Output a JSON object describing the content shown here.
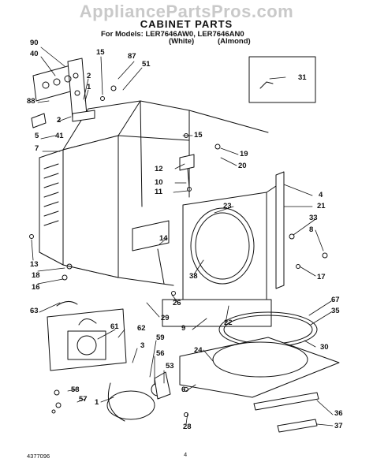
{
  "watermark": "AppliancePartsPros.com",
  "title": "CABINET PARTS",
  "models_line": "For Models: LER7646AW0, LER7646AN0",
  "variants": [
    "(White)",
    "(Almond)"
  ],
  "parts": [
    {
      "id": "p90",
      "no": "90"
    },
    {
      "id": "p40",
      "no": "40"
    },
    {
      "id": "p15a",
      "no": "15"
    },
    {
      "id": "p87",
      "no": "87"
    },
    {
      "id": "p51",
      "no": "51"
    },
    {
      "id": "p2a",
      "no": "2"
    },
    {
      "id": "p1a",
      "no": "1"
    },
    {
      "id": "p88",
      "no": "88"
    },
    {
      "id": "p2b",
      "no": "2"
    },
    {
      "id": "p41",
      "no": "41"
    },
    {
      "id": "p5",
      "no": "5"
    },
    {
      "id": "p7",
      "no": "7"
    },
    {
      "id": "p31",
      "no": "31"
    },
    {
      "id": "p15b",
      "no": "15"
    },
    {
      "id": "p19",
      "no": "19"
    },
    {
      "id": "p20",
      "no": "20"
    },
    {
      "id": "p12",
      "no": "12"
    },
    {
      "id": "p10",
      "no": "10"
    },
    {
      "id": "p11",
      "no": "11"
    },
    {
      "id": "p4",
      "no": "4"
    },
    {
      "id": "p21",
      "no": "21"
    },
    {
      "id": "p23",
      "no": "23"
    },
    {
      "id": "p33",
      "no": "33"
    },
    {
      "id": "p8",
      "no": "8"
    },
    {
      "id": "p14",
      "no": "14"
    },
    {
      "id": "p13",
      "no": "13"
    },
    {
      "id": "p18",
      "no": "18"
    },
    {
      "id": "p16",
      "no": "16"
    },
    {
      "id": "p38",
      "no": "38"
    },
    {
      "id": "p17",
      "no": "17"
    },
    {
      "id": "p26",
      "no": "26"
    },
    {
      "id": "p67",
      "no": "67"
    },
    {
      "id": "p35",
      "no": "35"
    },
    {
      "id": "p63",
      "no": "63"
    },
    {
      "id": "p29",
      "no": "29"
    },
    {
      "id": "p61",
      "no": "61"
    },
    {
      "id": "p62",
      "no": "62"
    },
    {
      "id": "p9",
      "no": "9"
    },
    {
      "id": "p22",
      "no": "22"
    },
    {
      "id": "p24",
      "no": "24"
    },
    {
      "id": "p30",
      "no": "30"
    },
    {
      "id": "p3",
      "no": "3"
    },
    {
      "id": "p59",
      "no": "59"
    },
    {
      "id": "p56",
      "no": "56"
    },
    {
      "id": "p53",
      "no": "53"
    },
    {
      "id": "p58",
      "no": "58"
    },
    {
      "id": "p57",
      "no": "57"
    },
    {
      "id": "p1b",
      "no": "1"
    },
    {
      "id": "p6",
      "no": "6"
    },
    {
      "id": "p28",
      "no": "28"
    },
    {
      "id": "p36",
      "no": "36"
    },
    {
      "id": "p37",
      "no": "37"
    }
  ],
  "footer": {
    "doc_number": "4377096",
    "page": "4"
  }
}
